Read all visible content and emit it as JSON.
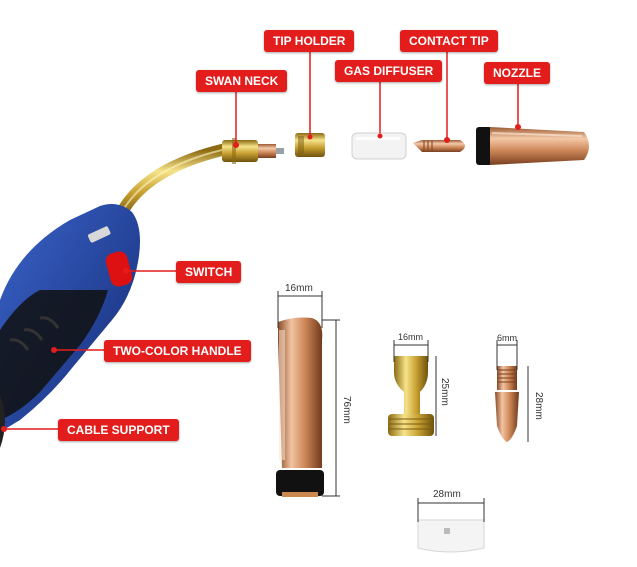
{
  "labels": {
    "tip_holder": "TIP HOLDER",
    "contact_tip": "CONTACT TIP",
    "swan_neck": "SWAN NECK",
    "gas_diffuser": "GAS DIFFUSER",
    "nozzle": "NOZZLE",
    "switch": "SWITCH",
    "two_color_handle": "TWO-COLOR HANDLE",
    "cable_support": "CABLE SUPPORT"
  },
  "dimensions": {
    "nozzle_width": "16mm",
    "nozzle_length": "76mm",
    "holder_width": "16mm",
    "holder_length": "25mm",
    "tip_width": "6mm",
    "tip_length": "28mm",
    "diffuser_width": "28mm"
  },
  "colors": {
    "label_bg": "#e31c1c",
    "handle_blue": "#1f3f9e",
    "copper": "#d99a6c",
    "brass": "#d6b23c"
  }
}
